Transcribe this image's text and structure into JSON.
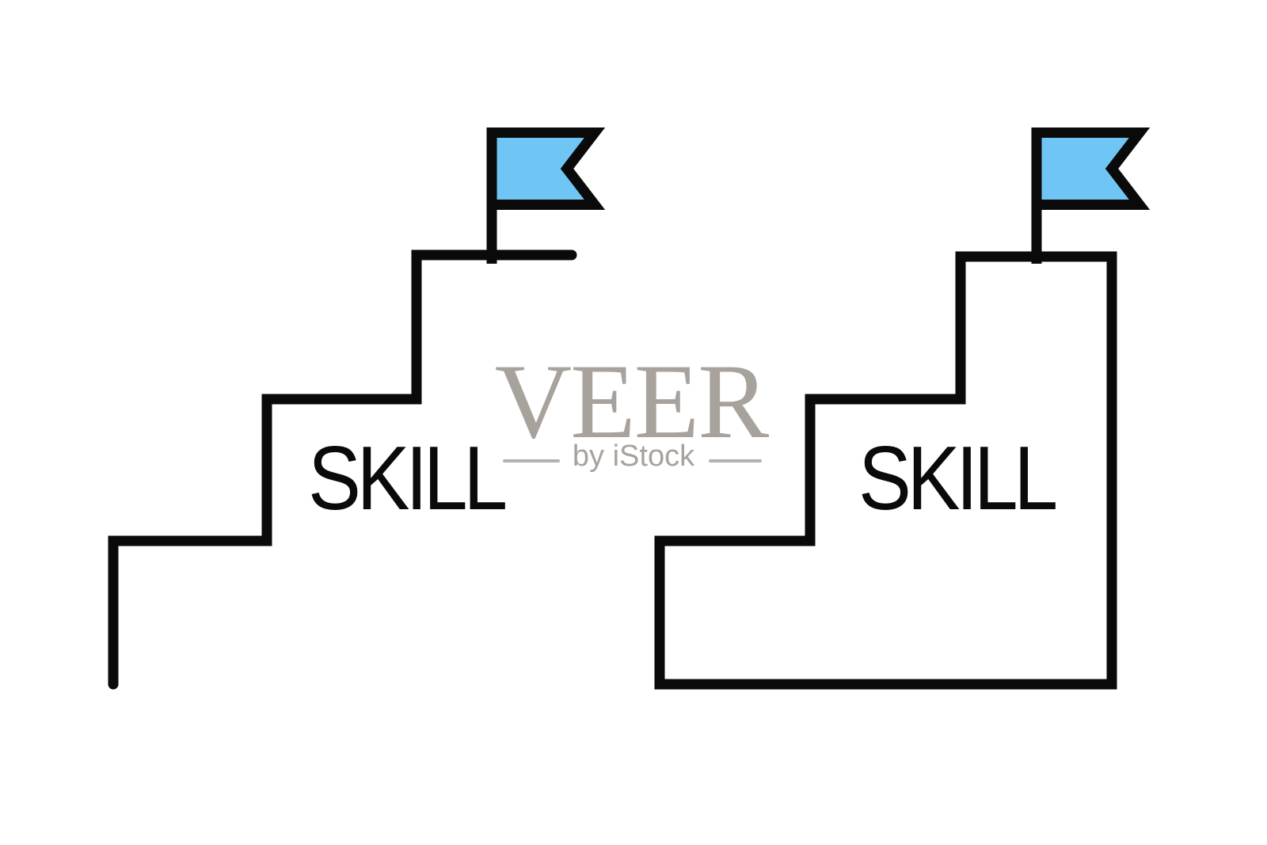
{
  "illustration": {
    "title_concept": "skill level stairs with goal flags",
    "left_stairs": {
      "label": "SKILL"
    },
    "right_stairs": {
      "label": "SKILL"
    }
  },
  "watermark": {
    "brand": "VEER",
    "byline": "by iStock"
  },
  "colors": {
    "flag_blue": "#6FC6F5",
    "line_black": "#0A0A0A",
    "watermark_gray": "#A8A29D",
    "watermark_line_gray": "#B5B1AE"
  }
}
